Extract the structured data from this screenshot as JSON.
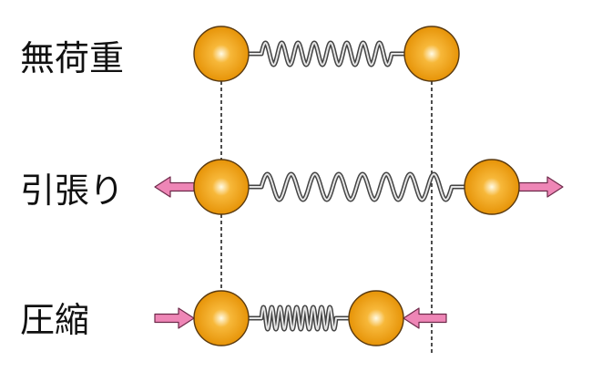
{
  "rows": [
    {
      "label": "無荷重",
      "state": "no-load"
    },
    {
      "label": "引張り",
      "state": "tension"
    },
    {
      "label": "圧縮",
      "state": "compression"
    }
  ],
  "colors": {
    "ball_light": "#fffbe6",
    "ball_mid": "#f7b83a",
    "ball_dark": "#e48e00",
    "ball_outline": "#5a3a10",
    "arrow_fill": "#ee86b6",
    "arrow_outline": "#6e2a4a",
    "spring_dark": "#444444",
    "spring_light": "#e6e6e6",
    "guide_line": "#222222"
  }
}
